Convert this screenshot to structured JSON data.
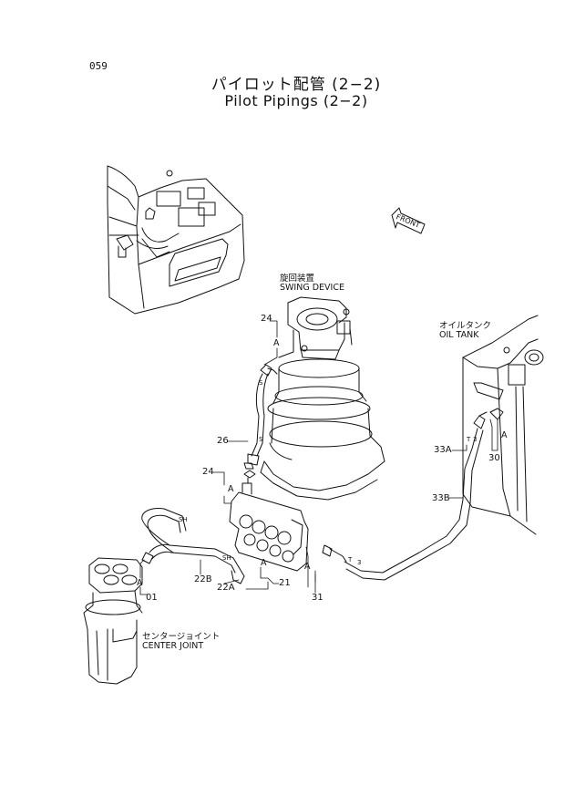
{
  "page_number": "059",
  "title_jp": "パイロット配管 (2−2)",
  "title_en": "Pilot Pipings (2−2)",
  "front_label": "FRONT",
  "components": {
    "swing_device_jp": "旋回装置",
    "swing_device_en": "SWING DEVICE",
    "oil_tank_jp": "オイルタンク",
    "oil_tank_en": "OIL TANK",
    "center_joint_jp": "センタージョイント",
    "center_joint_en": "CENTER JOINT"
  },
  "callouts": {
    "c24_top": "24",
    "c24_mid": "24",
    "c26": "26",
    "c01": "01",
    "c22b": "22B",
    "c22a": "22A",
    "c21": "21",
    "c31": "31",
    "c33a": "33A",
    "c33b": "33B",
    "c30": "30"
  },
  "marks": {
    "a1": "A",
    "a2": "A",
    "a3": "A",
    "a4": "A",
    "a5": "A",
    "a6": "A",
    "s1": "S",
    "s2": "S",
    "sh1": "SH",
    "sh2": "SH",
    "t1": "T",
    "t2": "T",
    "n3a": "3",
    "n3b": "3"
  }
}
